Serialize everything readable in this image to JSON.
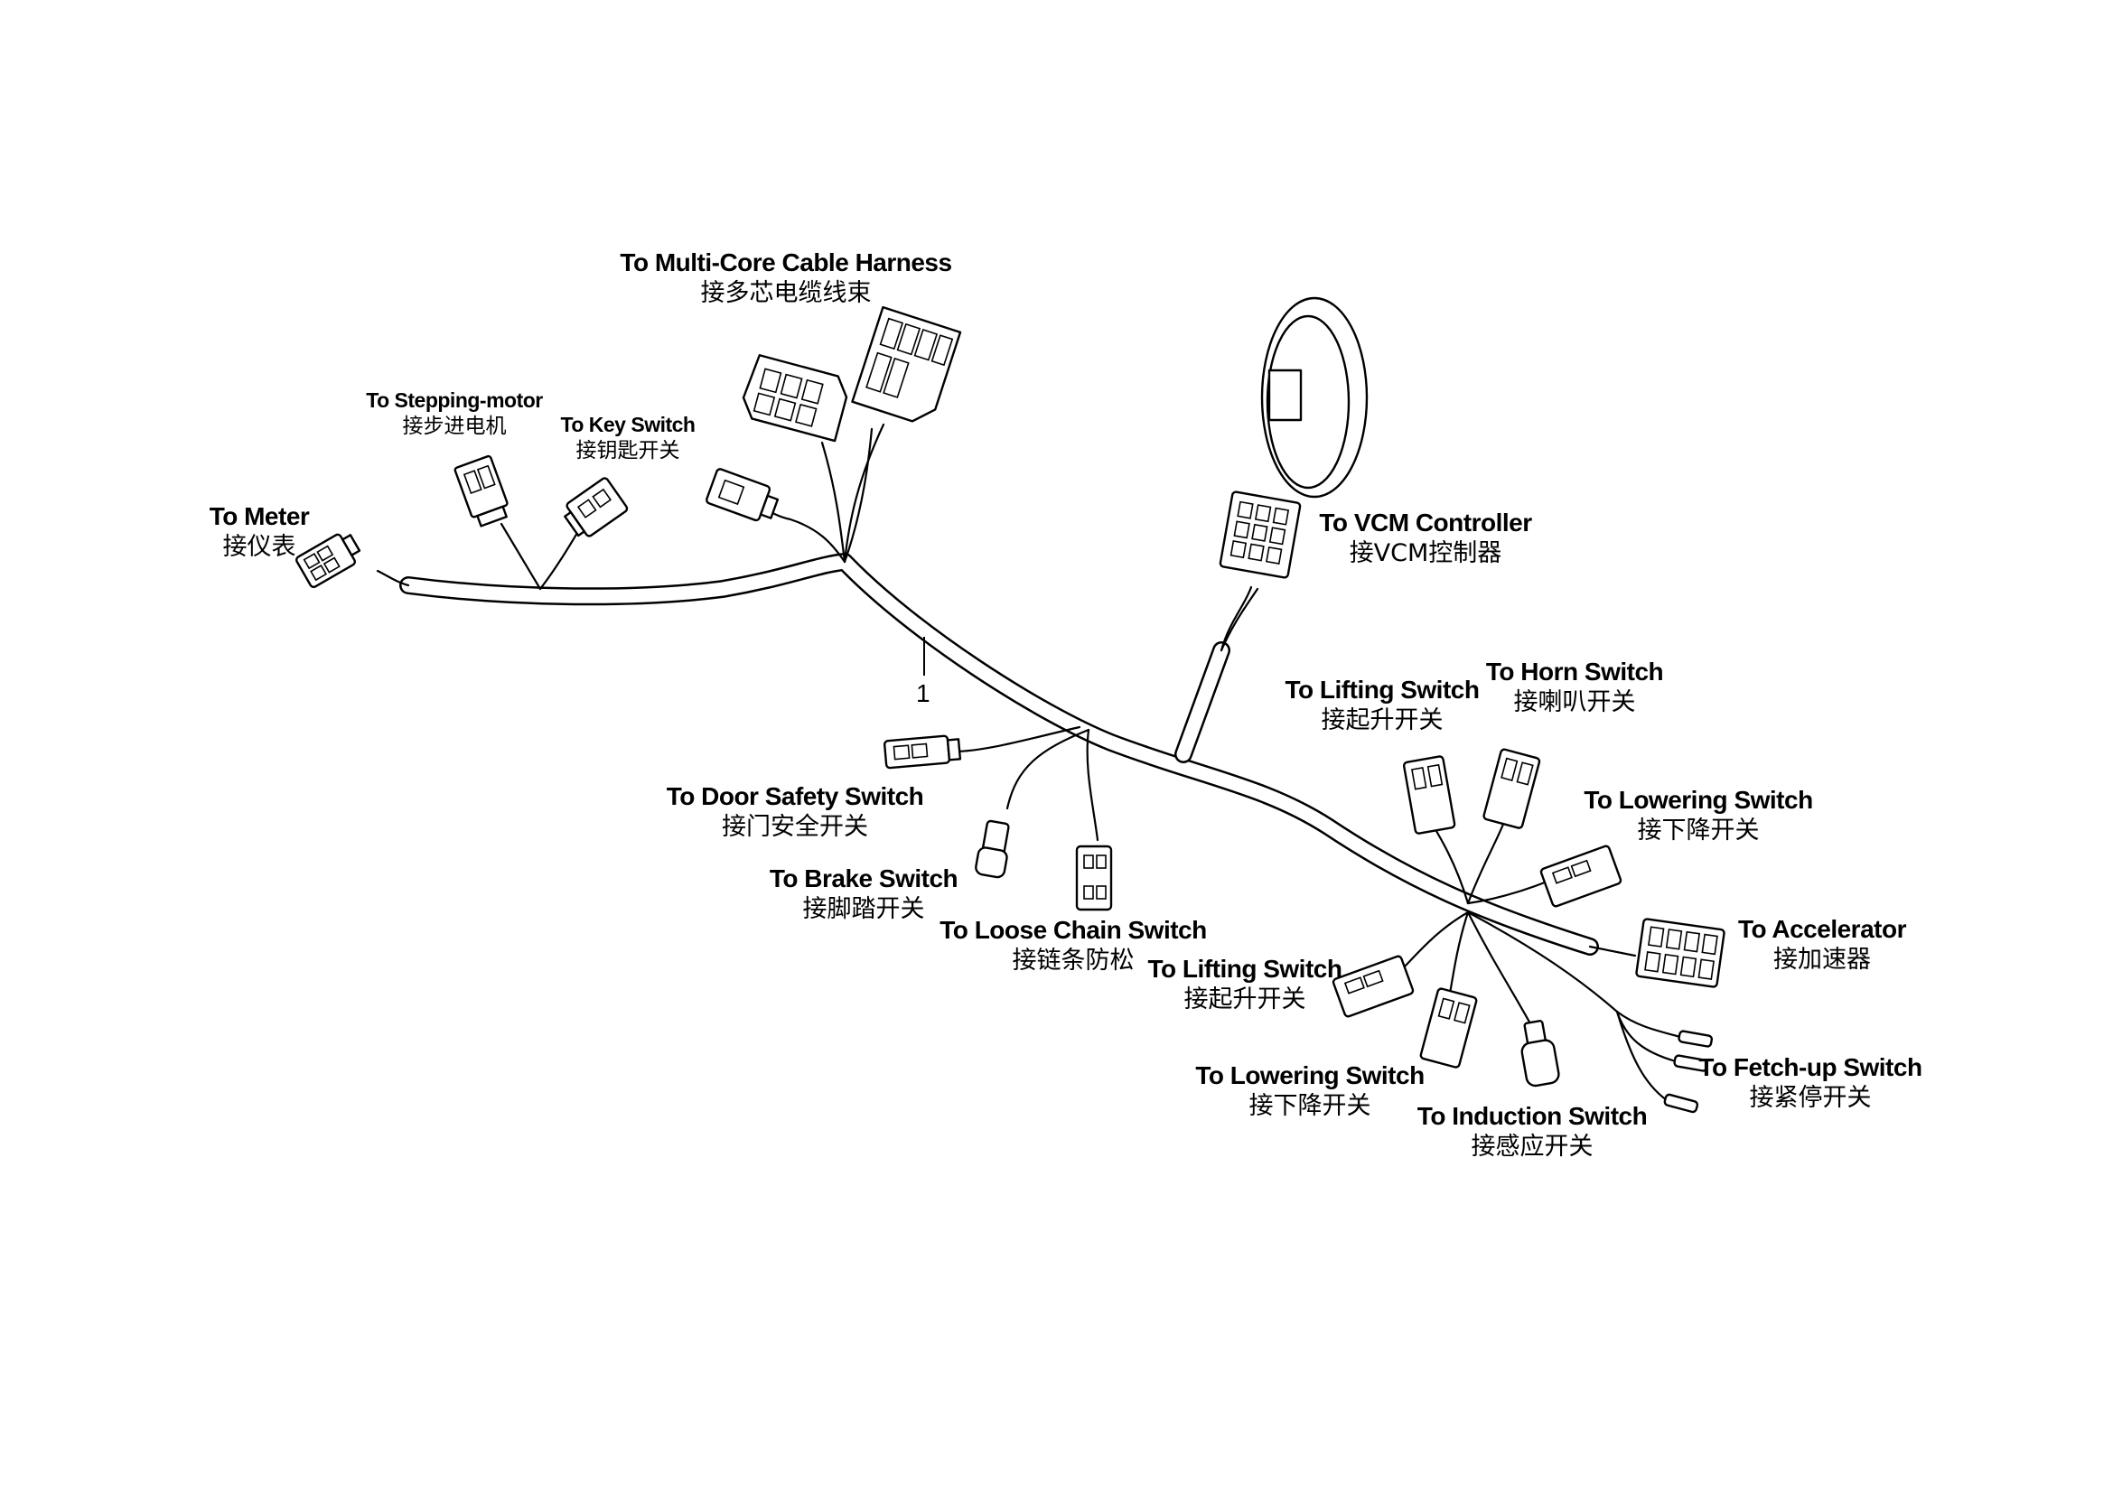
{
  "item_number": "1",
  "labels": {
    "multicore": {
      "en": "To Multi-Core Cable Harness",
      "cn": "接多芯电缆线束"
    },
    "stepping": {
      "en": "To Stepping-motor",
      "cn": "接步进电机"
    },
    "keyswitch": {
      "en": "To Key Switch",
      "cn": "接钥匙开关"
    },
    "meter": {
      "en": "To Meter",
      "cn": "接仪表"
    },
    "vcm": {
      "en": "To VCM Controller",
      "cn": "接VCM控制器"
    },
    "lifting1": {
      "en": "To  Lifting Switch",
      "cn": "接起升开关"
    },
    "horn": {
      "en": "To Horn Switch",
      "cn": "接喇叭开关"
    },
    "lowering1": {
      "en": "To  Lowering Switch",
      "cn": "接下降开关"
    },
    "door": {
      "en": "To Door Safety Switch",
      "cn": "接门安全开关"
    },
    "brake": {
      "en": "To Brake Switch",
      "cn": "接脚踏开关"
    },
    "chain": {
      "en": "To Loose Chain Switch",
      "cn": "接链条防松"
    },
    "accel": {
      "en": "To   Accelerator",
      "cn": "接加速器"
    },
    "lifting2": {
      "en": "To  Lifting Switch",
      "cn": "接起升开关"
    },
    "lowering2": {
      "en": "To  Lowering Switch",
      "cn": "接下降开关"
    },
    "induction": {
      "en": "To  Induction Switch",
      "cn": "接感应开关"
    },
    "fetchup": {
      "en": "To Fetch-up Switch",
      "cn": "接紧停开关"
    }
  }
}
